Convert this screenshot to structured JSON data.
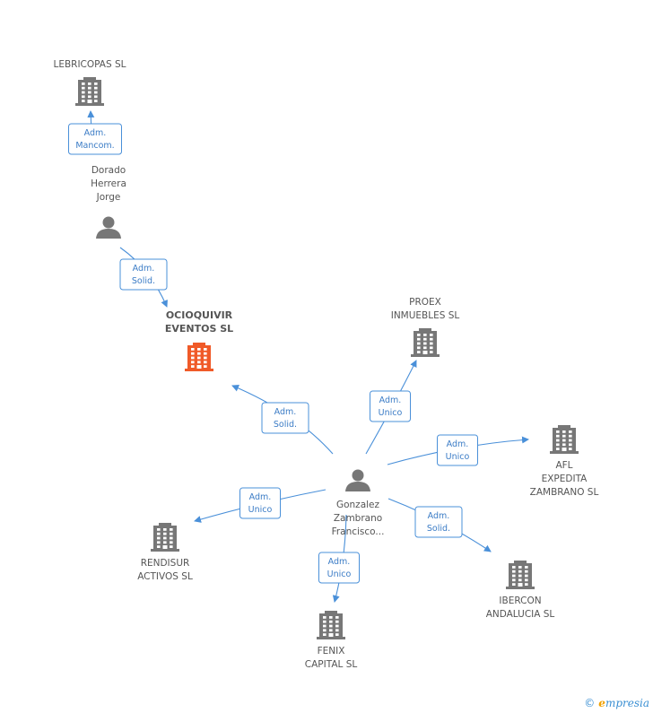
{
  "colors": {
    "building": "#777777",
    "focus": "#f05a28",
    "person": "#777777",
    "edge": "#4a90d9"
  },
  "nodes": [
    {
      "id": "lebricopas",
      "kind": "company",
      "lines": [
        "LEBRICOPAS SL"
      ]
    },
    {
      "id": "dorado",
      "kind": "person",
      "lines": [
        "Dorado",
        "Herrera",
        "Jorge"
      ]
    },
    {
      "id": "ocioquivir",
      "kind": "focus",
      "lines": [
        "OCIOQUIVIR",
        "EVENTOS SL"
      ]
    },
    {
      "id": "proex",
      "kind": "company",
      "lines": [
        "PROEX",
        "INMUEBLES SL"
      ]
    },
    {
      "id": "afl",
      "kind": "company",
      "lines": [
        "AFL",
        "EXPEDITA",
        "ZAMBRANO SL"
      ]
    },
    {
      "id": "gonzalez",
      "kind": "person",
      "lines": [
        "Gonzalez",
        "Zambrano",
        "Francisco..."
      ]
    },
    {
      "id": "rendisur",
      "kind": "company",
      "lines": [
        "RENDISUR",
        "ACTIVOS SL"
      ]
    },
    {
      "id": "ibercon",
      "kind": "company",
      "lines": [
        "IBERCON",
        "ANDALUCIA SL"
      ]
    },
    {
      "id": "fenix",
      "kind": "company",
      "lines": [
        "FENIX",
        "CAPITAL SL"
      ]
    }
  ],
  "edges": [
    {
      "from": "dorado",
      "to": "lebricopas",
      "label": [
        "Adm.",
        "Mancom."
      ]
    },
    {
      "from": "dorado",
      "to": "ocioquivir",
      "label": [
        "Adm.",
        "Solid."
      ]
    },
    {
      "from": "gonzalez",
      "to": "ocioquivir",
      "label": [
        "Adm.",
        "Solid."
      ]
    },
    {
      "from": "gonzalez",
      "to": "proex",
      "label": [
        "Adm.",
        "Unico"
      ]
    },
    {
      "from": "gonzalez",
      "to": "afl",
      "label": [
        "Adm.",
        "Unico"
      ]
    },
    {
      "from": "gonzalez",
      "to": "rendisur",
      "label": [
        "Adm.",
        "Unico"
      ]
    },
    {
      "from": "gonzalez",
      "to": "ibercon",
      "label": [
        "Adm.",
        "Solid."
      ]
    },
    {
      "from": "gonzalez",
      "to": "fenix",
      "label": [
        "Adm.",
        "Unico"
      ]
    }
  ],
  "footer": {
    "copyright": "©",
    "brand_initial": "e",
    "brand_rest": "mpresia"
  }
}
